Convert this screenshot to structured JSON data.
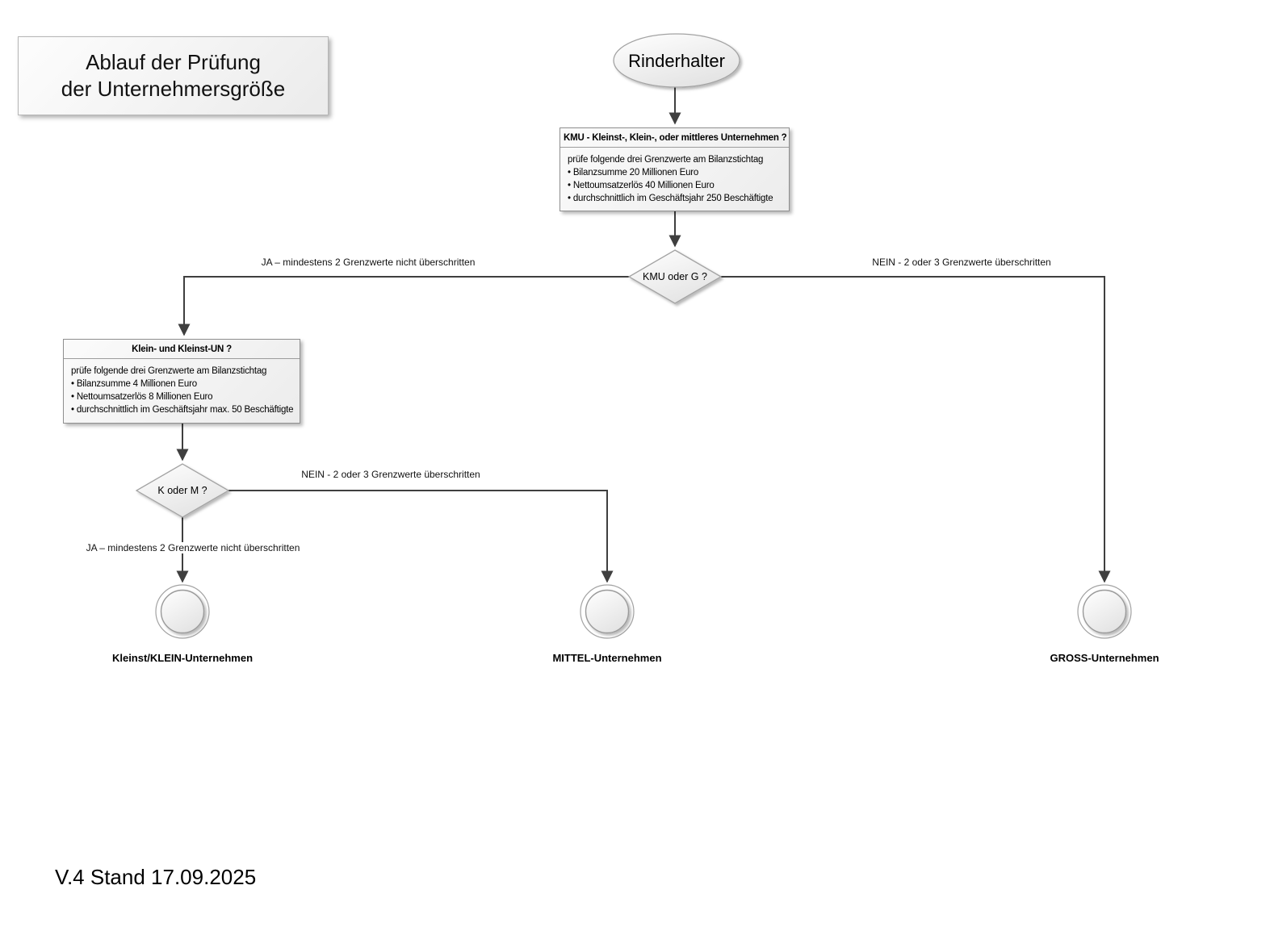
{
  "diagram": {
    "title_lines": [
      "Ablauf der Prüfung",
      "der Unternehmersgröße"
    ],
    "version": "V.4 Stand 17.09.2025"
  },
  "nodes": {
    "start": {
      "label": "Rinderhalter"
    },
    "kmu_check": {
      "header": "KMU - Kleinst-, Klein-, oder mittleres Unternehmen ?",
      "intro": "prüfe folgende drei Grenzwerte am Bilanzstichtag",
      "bullets": [
        "• Bilanzsumme 20 Millionen Euro",
        "• Nettoumsatzerlös 40 Millionen Euro",
        "• durchschnittlich im Geschäftsjahr 250 Beschäftigte"
      ]
    },
    "decision_kmu": {
      "label": "KMU oder G ?"
    },
    "klein_check": {
      "header": "Klein- und Kleinst-UN ?",
      "intro": "prüfe folgende drei Grenzwerte am Bilanzstichtag",
      "bullets": [
        "• Bilanzsumme 4 Millionen Euro",
        "• Nettoumsatzerlös 8 Millionen Euro",
        "• durchschnittlich im Geschäftsjahr max. 50 Beschäftigte"
      ]
    },
    "decision_km": {
      "label": "K oder M ?"
    },
    "terminal_klein": {
      "label": "Kleinst/KLEIN-Unternehmen"
    },
    "terminal_mittel": {
      "label": "MITTEL-Unternehmen"
    },
    "terminal_gross": {
      "label": "GROSS-Unternehmen"
    }
  },
  "edges": {
    "kmu_yes": "JA – mindestens 2 Grenzwerte nicht überschritten",
    "kmu_no": "NEIN - 2 oder 3 Grenzwerte überschritten",
    "km_no": "NEIN - 2 oder 3 Grenzwerte überschritten",
    "km_yes": "JA – mindestens 2 Grenzwerte nicht überschritten"
  },
  "colors": {
    "background": "#ffffff",
    "connector": "#3f3f3f",
    "shape_border": "#a3a3a3",
    "box_border": "#8f8f8f",
    "shape_fill_top": "#ffffff",
    "shape_fill_bottom": "#e4e4e4",
    "text": "#000000"
  }
}
